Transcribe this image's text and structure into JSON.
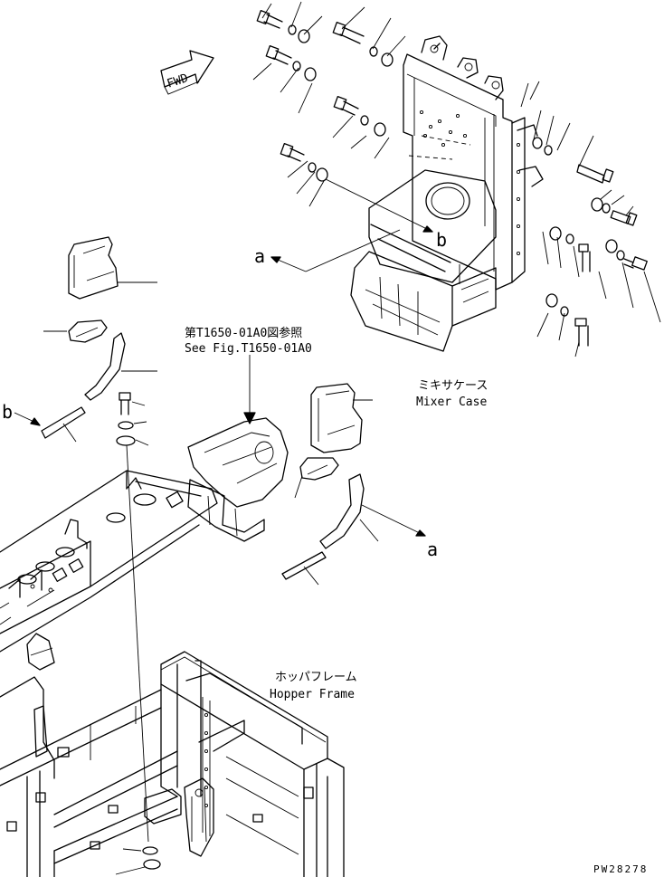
{
  "direction_marker": "FWD",
  "reference": {
    "line1": "第T1650-01A0図参照",
    "line2": "See Fig.T1650-01A0"
  },
  "mixer_case": {
    "jp": "ミキサケース",
    "en": "Mixer Case"
  },
  "hopper_frame": {
    "jp": "ホッパフレーム",
    "en": "Hopper Frame"
  },
  "callouts": {
    "a_top": "a",
    "b_top": "b",
    "a_bottom": "a",
    "b_left": "b"
  },
  "drawing_number": "PW28278"
}
